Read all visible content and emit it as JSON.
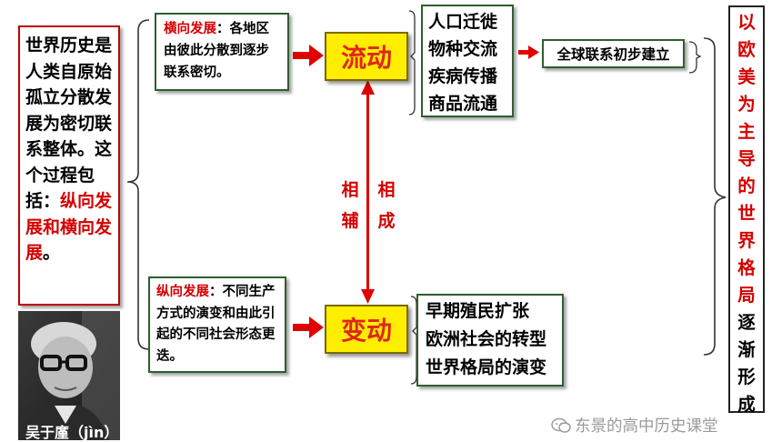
{
  "intro": {
    "black_text": "世界历史是人类自原始孤立分散发展为密切联系整体。这个过程包括：",
    "red_text": "纵向发展和横向发展",
    "end": "。"
  },
  "horizontal": {
    "label": "横向发展",
    "text": "：各地区由彼此分散到逐步联系密切。"
  },
  "vertical": {
    "label": "纵向发展",
    "text": "：不同生产方式的演变和由此引起的不同社会形态更迭。"
  },
  "liudong": "流动",
  "biandong": "变动",
  "liudong_items": [
    "人口迁徙",
    "物种交流",
    "疾病传播",
    "商品流通"
  ],
  "global_box": "全球联系初步建立",
  "biandong_items": [
    "早期殖民扩张",
    "欧洲社会的转型",
    "世界格局的演变"
  ],
  "mutual": {
    "left": [
      "相",
      "辅"
    ],
    "right": [
      "相",
      "成"
    ]
  },
  "conclusion": {
    "red": [
      "以",
      "欧",
      "美",
      "为",
      "主",
      "导",
      "的",
      "世",
      "界",
      "格",
      "局"
    ],
    "black": [
      "逐",
      "渐",
      "形",
      "成"
    ]
  },
  "portrait_caption": "吴于廑（jìn）",
  "watermark": "东景的高中历史课堂",
  "colors": {
    "red": "#d40000",
    "yellow": "#ffee00",
    "green_border": "#2e5e2e"
  }
}
